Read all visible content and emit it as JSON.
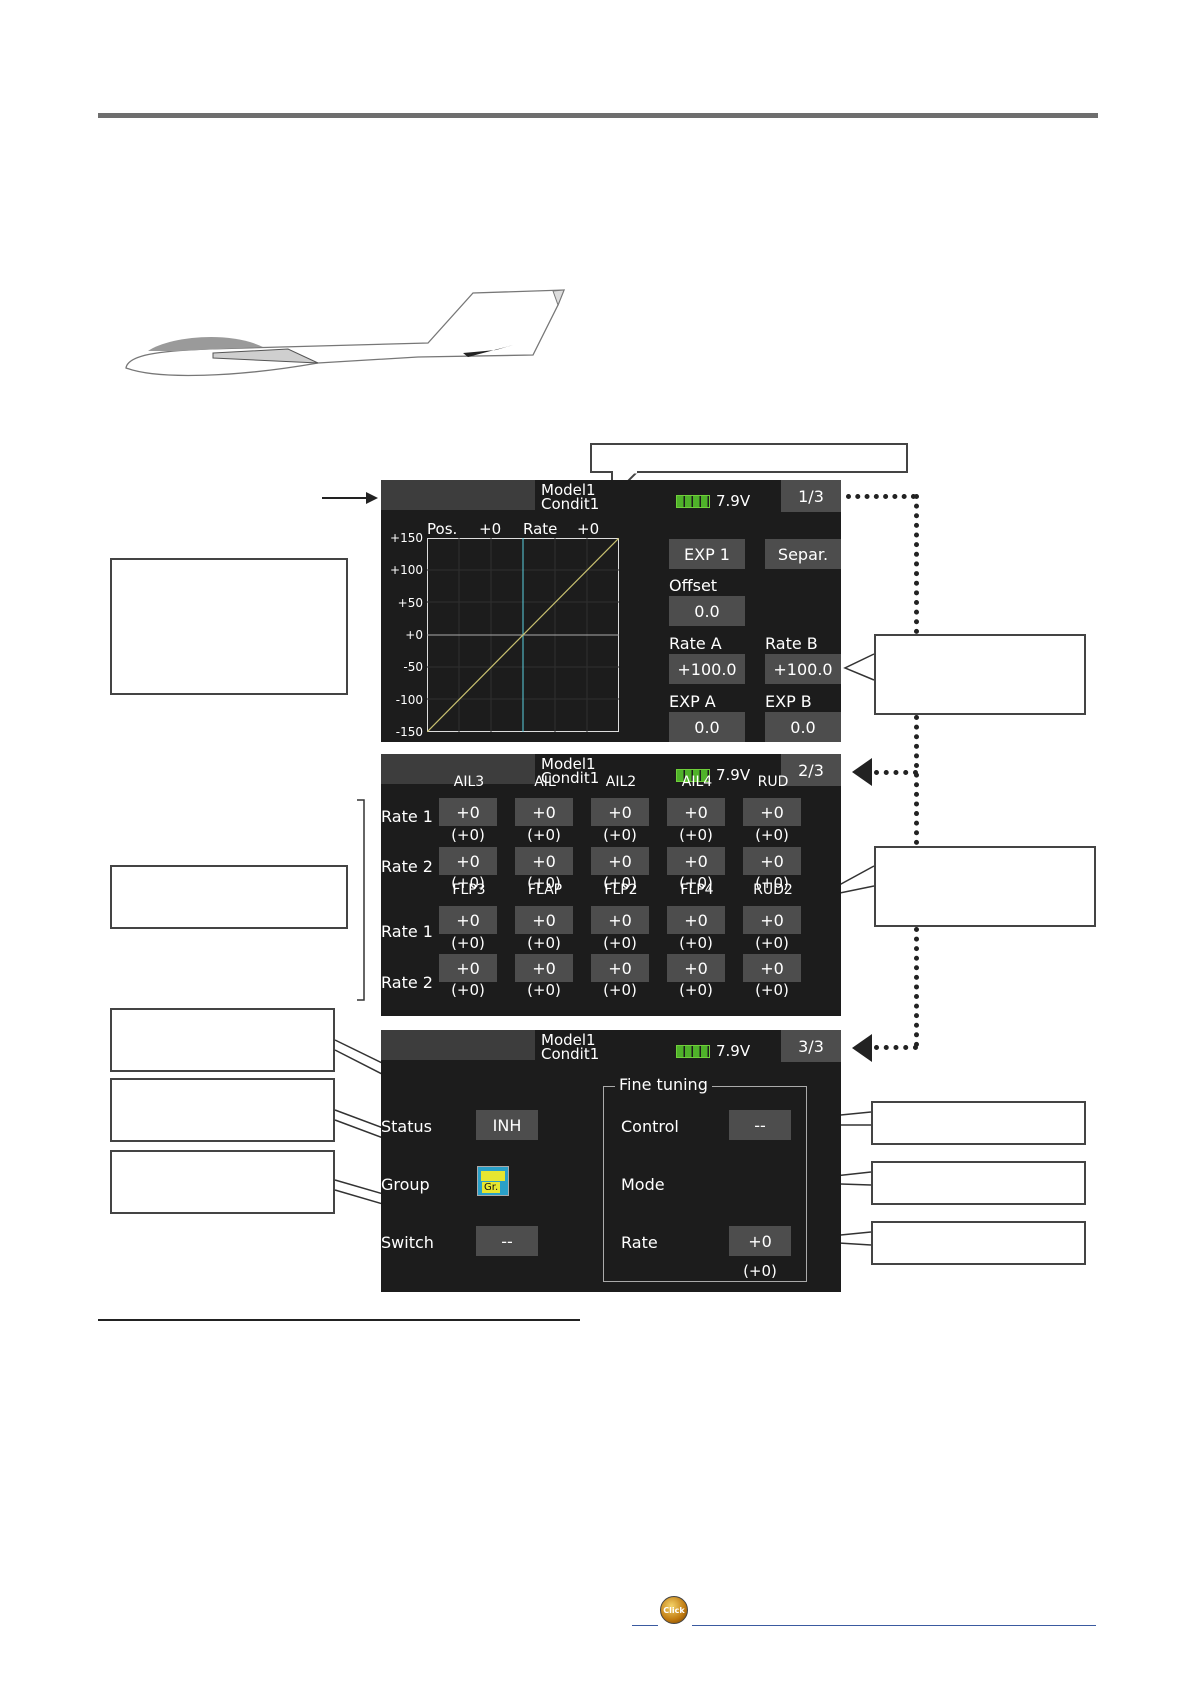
{
  "screen": {
    "model": "Model1",
    "condition": "Condit1",
    "voltage": "7.9V"
  },
  "page1": {
    "page_num": "1/3",
    "graph": {
      "pos_label": "Pos.",
      "pos_value": "+0",
      "rate_label": "Rate",
      "rate_value": "+0",
      "y_ticks": [
        "+150",
        "+100",
        "+50",
        "+0",
        "-50",
        "-100",
        "-150"
      ]
    },
    "exp_button": "EXP 1",
    "separ_button": "Separ.",
    "offset_label": "Offset",
    "offset_value": "0.0",
    "rate_a_label": "Rate A",
    "rate_a_value": "+100.0",
    "rate_b_label": "Rate B",
    "rate_b_value": "+100.0",
    "exp_a_label": "EXP A",
    "exp_a_value": "0.0",
    "exp_b_label": "EXP B",
    "exp_b_value": "0.0"
  },
  "page2": {
    "page_num": "2/3",
    "rate1_label": "Rate 1",
    "rate2_label": "Rate 2",
    "group1": {
      "channels": [
        "AIL3",
        "AIL",
        "AIL2",
        "AIL4",
        "RUD"
      ],
      "rate1": [
        "+0",
        "+0",
        "+0",
        "+0",
        "+0"
      ],
      "rate1_paren": [
        "(+0)",
        "(+0)",
        "(+0)",
        "(+0)",
        "(+0)"
      ],
      "rate2": [
        "+0",
        "+0",
        "+0",
        "+0",
        "+0"
      ],
      "rate2_paren": [
        "(+0)",
        "(+0)",
        "(+0)",
        "(+0)",
        "(+0)"
      ]
    },
    "group2": {
      "channels": [
        "FLP3",
        "FLAP",
        "FLP2",
        "FLP4",
        "RUD2"
      ],
      "rate1": [
        "+0",
        "+0",
        "+0",
        "+0",
        "+0"
      ],
      "rate1_paren": [
        "(+0)",
        "(+0)",
        "(+0)",
        "(+0)",
        "(+0)"
      ],
      "rate2": [
        "+0",
        "+0",
        "+0",
        "+0",
        "+0"
      ],
      "rate2_paren": [
        "(+0)",
        "(+0)",
        "(+0)",
        "(+0)",
        "(+0)"
      ]
    }
  },
  "page3": {
    "page_num": "3/3",
    "status_label": "Status",
    "status_value": "INH",
    "group_label": "Group",
    "group_icon_text": "Gr.",
    "switch_label": "Switch",
    "switch_value": "--",
    "fine_tuning_title": "Fine tuning",
    "control_label": "Control",
    "control_value": "--",
    "mode_label": "Mode",
    "rate_label": "Rate",
    "rate_value": "+0",
    "rate_paren": "(+0)"
  },
  "footer": {
    "click_icon_text": "Click"
  },
  "colors": {
    "panel_bg": "#1c1c1c",
    "button_bg": "#4d4d4d",
    "graph_line": "#c8c070",
    "graph_cursor": "#5ad0e0",
    "battery_green": "#4fb22a"
  }
}
